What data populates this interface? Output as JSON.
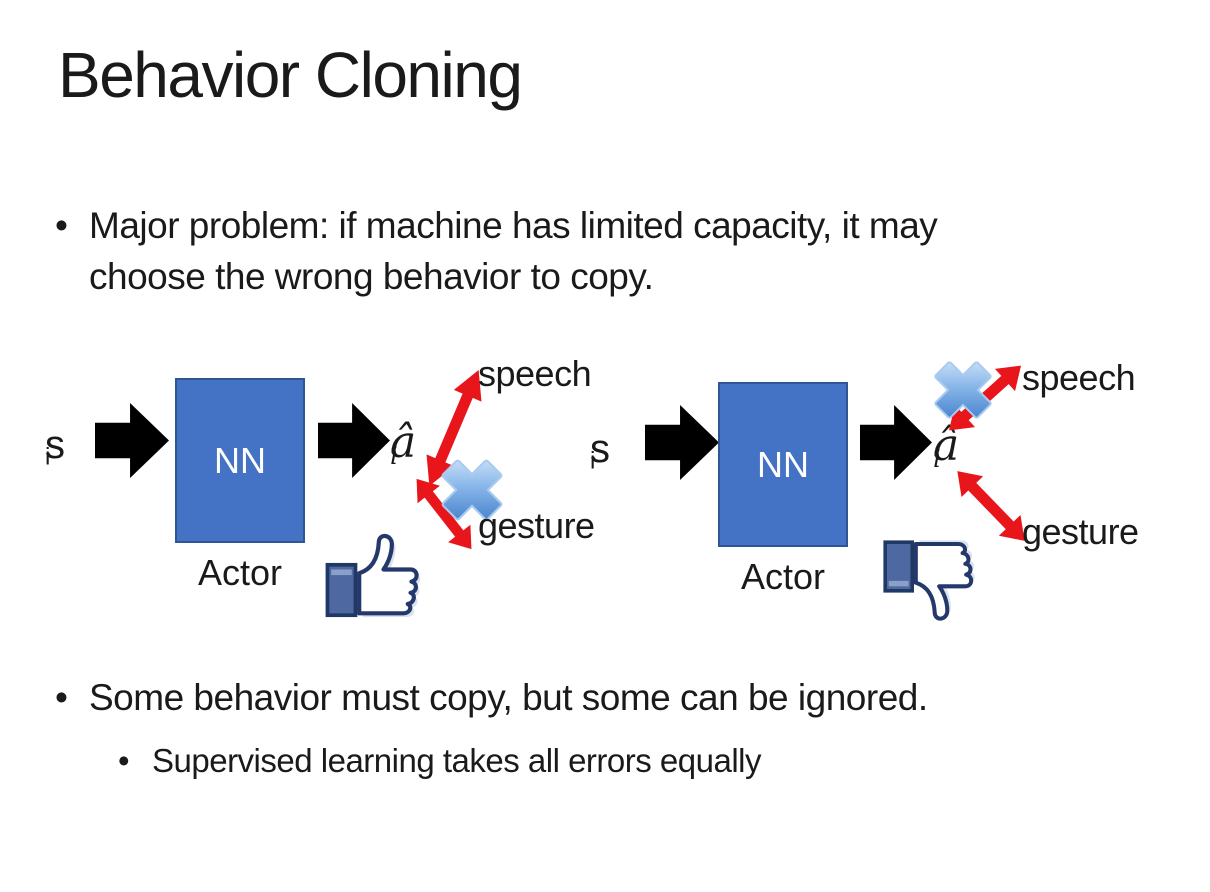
{
  "slide": {
    "title": "Behavior Cloning",
    "bullet_char": "•",
    "bullets": {
      "major_problem": "Major problem: if machine has limited capacity, it may choose the wrong behavior to copy.",
      "some_behavior": "Some behavior must copy, but some can be ignored.",
      "supervised": "Supervised learning takes all errors equally"
    }
  },
  "diagram_left": {
    "input_base": "s",
    "input_sub": "i",
    "nn_label": "NN",
    "actor_label": "Actor",
    "output_base": "â",
    "output_sub": "i",
    "speech_label": "speech",
    "gesture_label": "gesture",
    "feedback_icon": "thumbs-up"
  },
  "diagram_right": {
    "input_base": "s",
    "input_sub": "i",
    "nn_label": "NN",
    "actor_label": "Actor",
    "output_base": "â",
    "output_sub": "i",
    "speech_label": "speech",
    "gesture_label": "gesture",
    "feedback_icon": "thumbs-down"
  },
  "colors": {
    "background": "#FFFFFF",
    "text": "#1A1A1A",
    "nn_box_fill": "#4472C4",
    "nn_box_border": "#2F5597",
    "block_arrow": "#000000",
    "relation_arrow_red": "#E8151B",
    "cross_blue": "#3F7FD4",
    "thumb_outline": "#24386B",
    "thumb_cuff": "#4E69A2"
  }
}
